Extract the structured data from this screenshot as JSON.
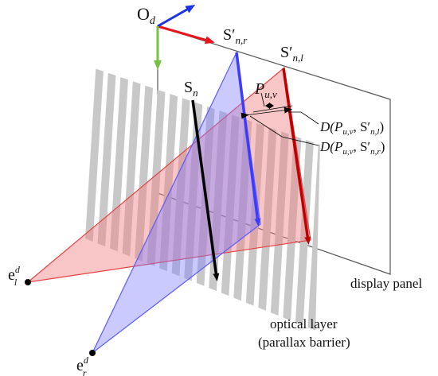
{
  "labels": {
    "origin": "O",
    "origin_sub": "d",
    "s_n_r": "S′",
    "s_n_r_sub": "n,r",
    "s_n_l": "S′",
    "s_n_l_sub": "n,l",
    "s_n": "S",
    "s_n_sub": "n",
    "p_uv": "P",
    "p_uv_sub": "u,v",
    "dist_l": "D(P",
    "dist_l_sub1": "u,v",
    "dist_l_mid": ", S′",
    "dist_l_sub2": "n,l",
    "dist_l_end": ")",
    "dist_r": "D(P",
    "dist_r_sub1": "u,v",
    "dist_r_mid": ", S′",
    "dist_r_sub2": "n,r",
    "dist_r_end": ")",
    "eye_l": "e",
    "eye_l_sup": "d",
    "eye_l_sub": "l",
    "eye_r": "e",
    "eye_r_sup": "d",
    "eye_r_sub": "r",
    "display_panel": "display panel",
    "optical_layer": "optical layer",
    "parallax_barrier": "(parallax barrier)"
  },
  "colors": {
    "axis_x": "#e8141b",
    "axis_y": "#1a33e6",
    "axis_z": "#77c043",
    "left_view": "#c00000",
    "right_view": "#3c3cff",
    "left_fill": "#f08080",
    "right_fill": "#8080ff",
    "barrier_stripe": "#c8c8c8",
    "panel_edge": "#555555",
    "ray": "#000000"
  }
}
